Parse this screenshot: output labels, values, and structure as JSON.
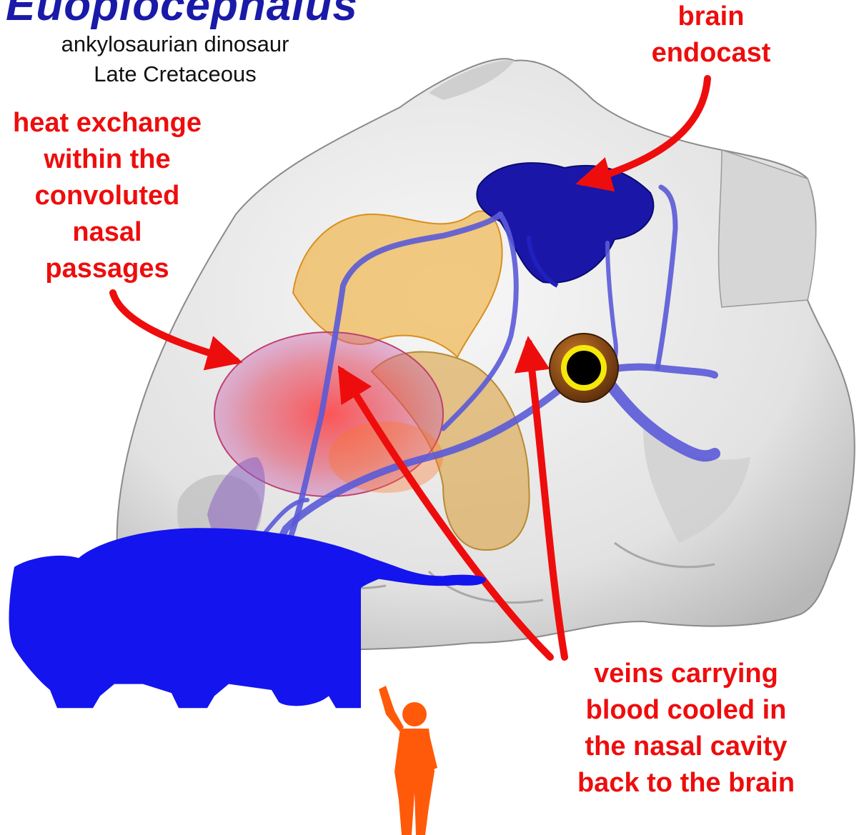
{
  "title": "Euoplocephalus",
  "subtitle_lines": [
    "ankylosaurian dinosaur",
    "Late Cretaceous"
  ],
  "labels": {
    "brain": [
      "brain",
      "endocast"
    ],
    "nasal": [
      "heat exchange",
      "within the",
      "convoluted",
      "nasal",
      "passages"
    ],
    "veins": [
      "veins carrying",
      "blood cooled in",
      "the nasal cavity",
      "back to the brain"
    ]
  },
  "colors": {
    "title": "#1a1aa8",
    "label": "#ee0d0d",
    "skull": "#e9e9e9",
    "brain": "#1a17a8",
    "veins": "#5a5ad8",
    "nasal_orange": "#f0b040",
    "nasal_red": "#e8404a",
    "dino_silhouette": "#1414ee",
    "human_silhouette": "#ff5a0a"
  }
}
